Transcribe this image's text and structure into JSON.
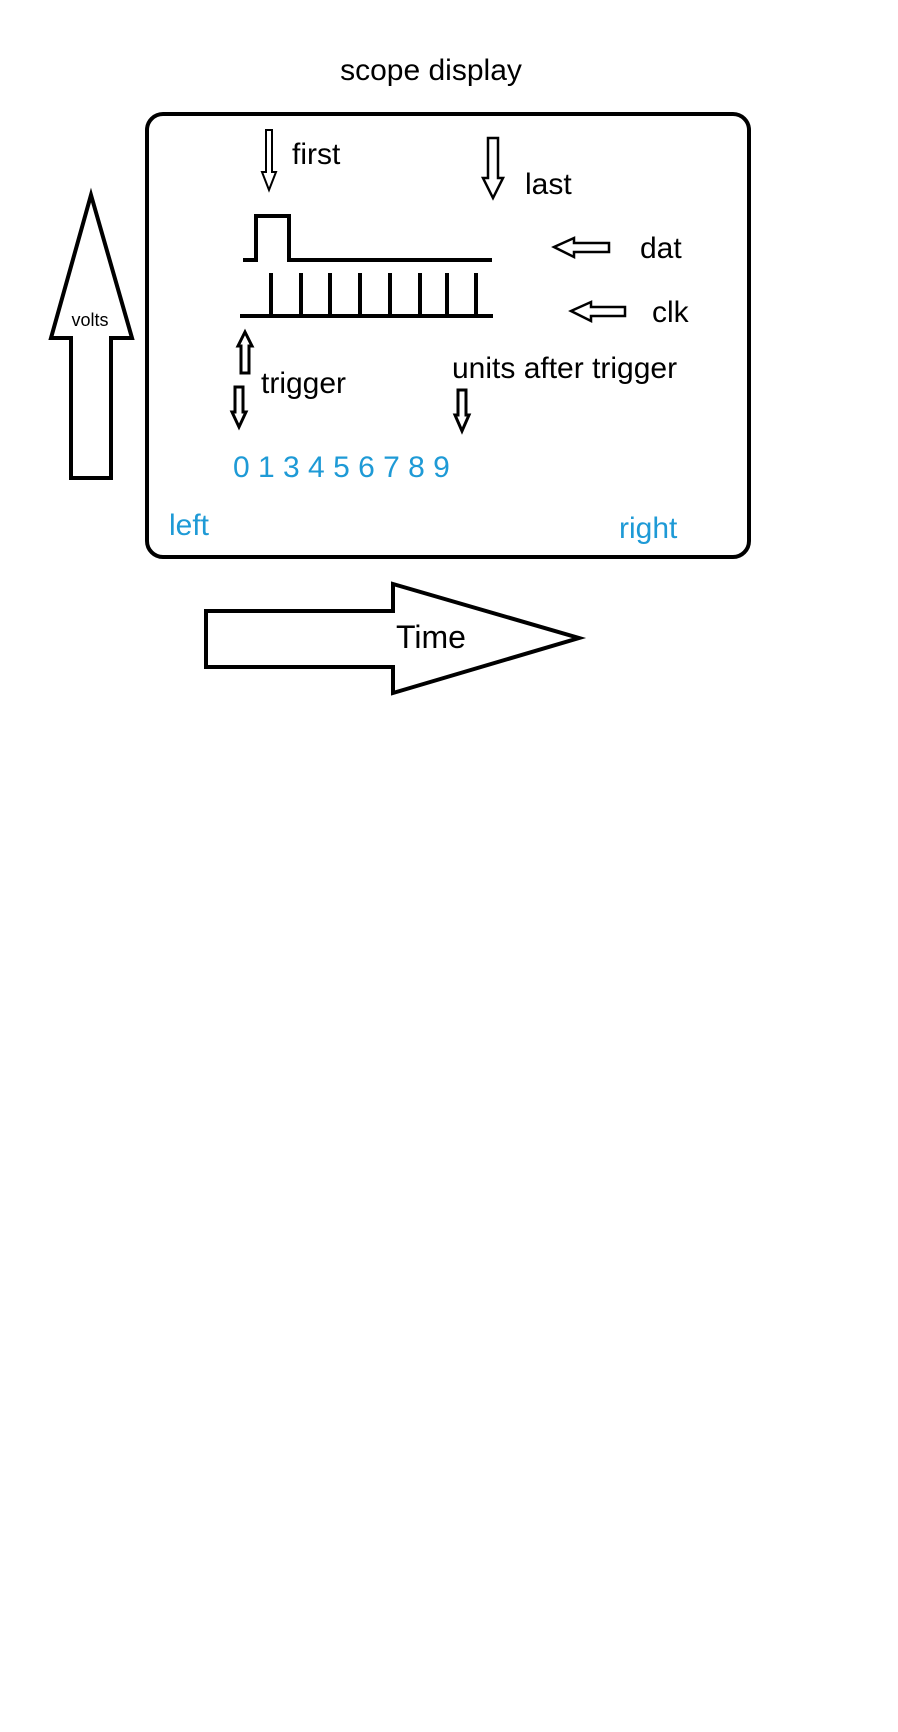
{
  "title": "scope display",
  "axes": {
    "volts": "volts",
    "time": "Time"
  },
  "signals": {
    "first": "first",
    "last": "last",
    "dat": "dat",
    "clk": "clk"
  },
  "trigger": {
    "label": "trigger",
    "units_after": "units after trigger",
    "units": "0 1 3 4 5 6 7 8 9"
  },
  "screen": {
    "left": "left",
    "right": "right"
  },
  "colors": {
    "accent": "#1e9ad6",
    "stroke": "#000000"
  }
}
